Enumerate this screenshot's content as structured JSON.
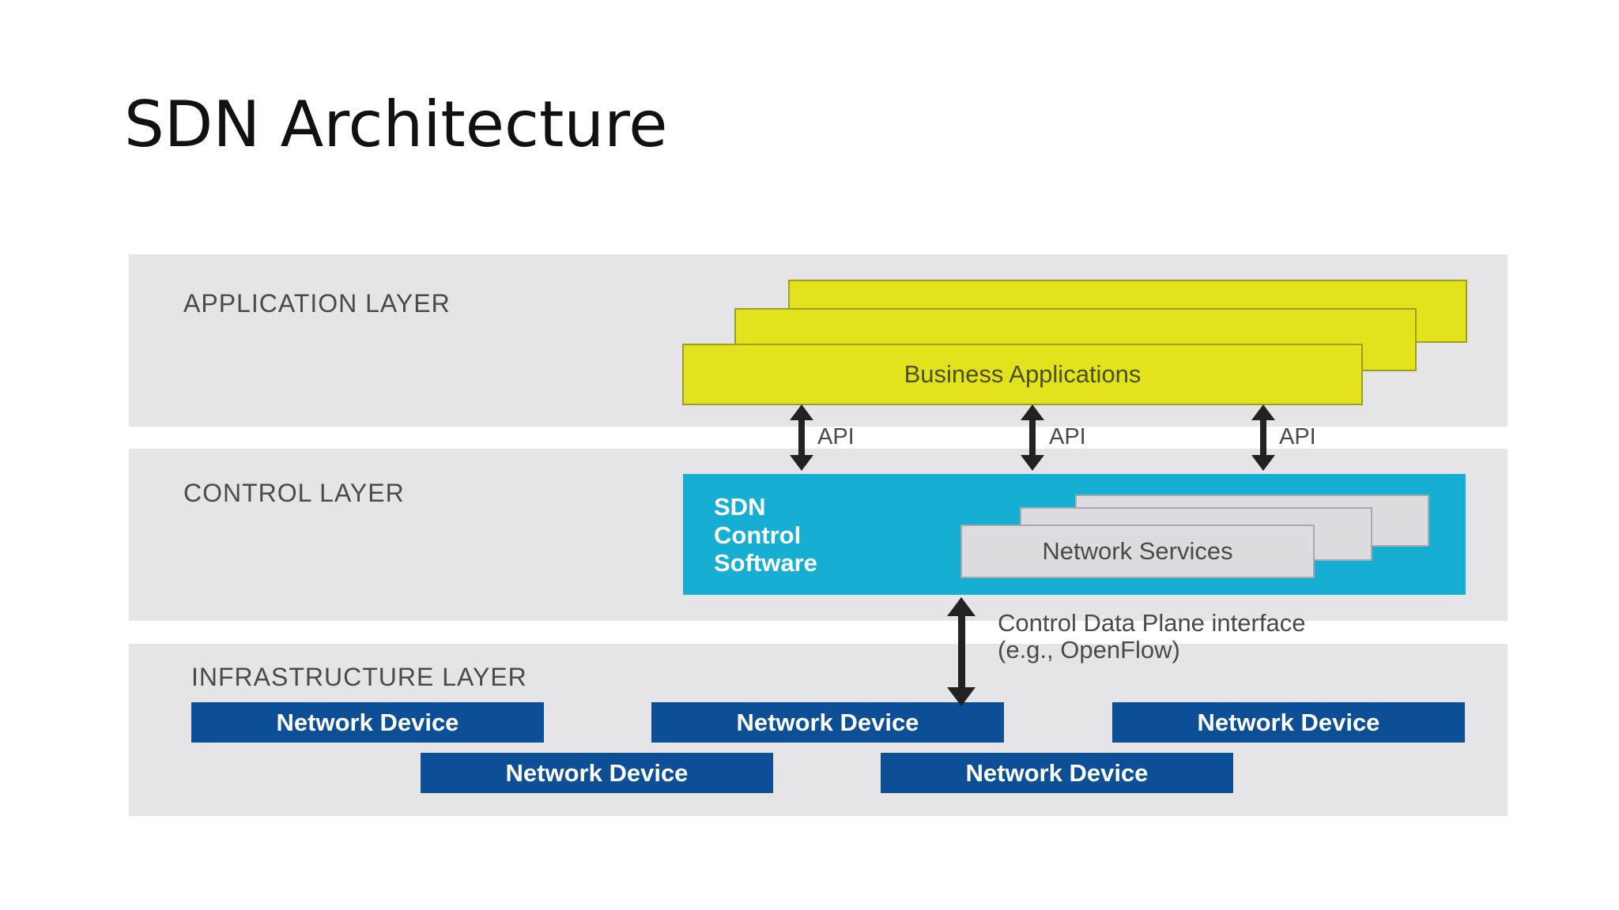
{
  "title": "SDN Architecture",
  "layers": {
    "application": "APPLICATION LAYER",
    "control": "CONTROL LAYER",
    "infrastructure": "INFRASTRUCTURE LAYER"
  },
  "application": {
    "box_label": "Business Applications"
  },
  "apis": [
    "API",
    "API",
    "API"
  ],
  "control": {
    "software_label": [
      "SDN",
      "Control",
      "Software"
    ],
    "services_label": "Network Services"
  },
  "interface": {
    "line1": "Control Data Plane interface",
    "line2": "(e.g., OpenFlow)"
  },
  "devices": [
    "Network Device",
    "Network Device",
    "Network Device",
    "Network Device",
    "Network Device"
  ],
  "colors": {
    "band": "#e5e4e6",
    "application_box": "#e2e31c",
    "control_box": "#16aed3",
    "services_box": "#dcdcdf",
    "device_box": "#0d4f96",
    "arrow": "#222222"
  }
}
